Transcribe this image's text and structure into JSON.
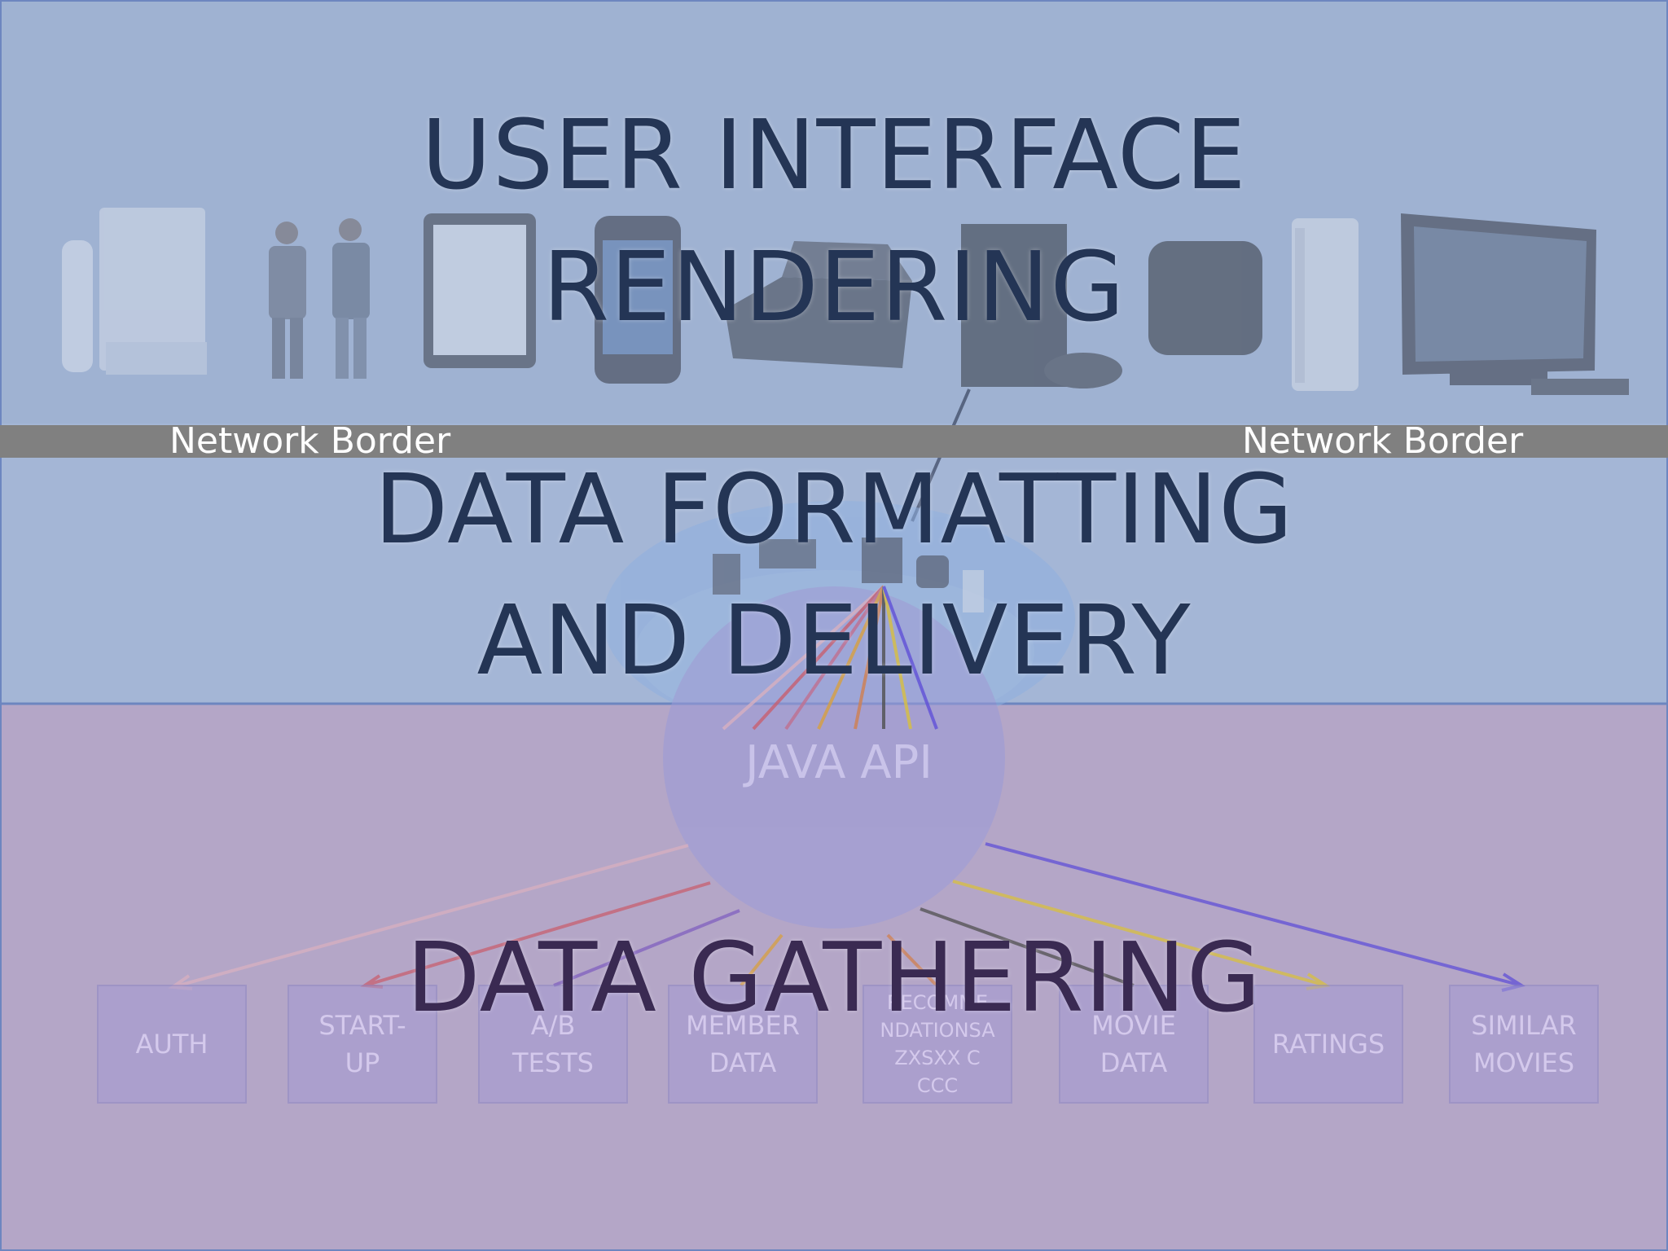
{
  "layers": {
    "ui": {
      "line1": "USER INTERFACE",
      "line2": "RENDERING"
    },
    "formatting": {
      "line1": "DATA FORMATTING",
      "line2": "AND DELIVERY"
    },
    "gathering": {
      "line1": "DATA GATHERING"
    }
  },
  "network_border": {
    "left_label": "Network Border",
    "right_label": "Network Border"
  },
  "api": {
    "label": "JAVA API"
  },
  "services": [
    {
      "label": "AUTH"
    },
    {
      "label": "START-\nUP"
    },
    {
      "label": "A/B\nTESTS"
    },
    {
      "label": "MEMBER\nDATA"
    },
    {
      "label": "RECOMME\nNDATIONSA\nZXSXX C\nCCC"
    },
    {
      "label": "MOVIE\nDATA"
    },
    {
      "label": "RATINGS"
    },
    {
      "label": "SIMILAR\nMOVIES"
    }
  ],
  "devices": [
    {
      "icon": "wii-console-icon"
    },
    {
      "icon": "people-icon"
    },
    {
      "icon": "tablet-icon"
    },
    {
      "icon": "smartphone-icon"
    },
    {
      "icon": "set-top-box-icon"
    },
    {
      "icon": "game-console-icon"
    },
    {
      "icon": "apple-tv-icon"
    },
    {
      "icon": "xbox-console-icon"
    },
    {
      "icon": "television-icon"
    }
  ],
  "colors": {
    "ui_band": "#9fb2d2",
    "formatting_band": "#a4b6d6",
    "gathering_band": "#b4a6c7",
    "network_border": "#808080",
    "text_dark": "#243555",
    "arrow_colors": [
      "#d8b0c0",
      "#c86070",
      "#8060c0",
      "#d8a040",
      "#d08050",
      "#505050",
      "#d8c040",
      "#6050d8"
    ]
  }
}
